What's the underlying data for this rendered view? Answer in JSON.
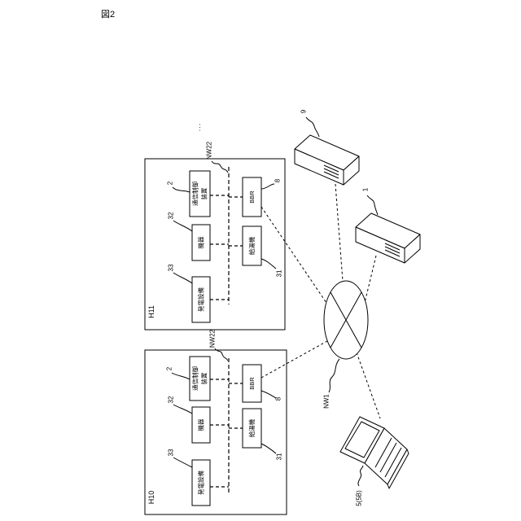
{
  "figure_label": "図2",
  "more_houses_mark": "...",
  "houses": {
    "h11": {
      "label": "H11",
      "network_label": "NW22",
      "comm_controller": {
        "ref": "2",
        "lines": [
          "通信制御",
          "装置"
        ]
      },
      "appliance": {
        "ref": "32",
        "name": "機器"
      },
      "generator": {
        "ref": "33",
        "name": "発電設備"
      },
      "router": {
        "ref": "8",
        "name": "BBR"
      },
      "water_heater": {
        "ref": "31",
        "name": "給湯機"
      }
    },
    "h10": {
      "label": "H10",
      "network_label": "NW22",
      "comm_controller": {
        "ref": "2",
        "lines": [
          "通信制御",
          "装置"
        ]
      },
      "appliance": {
        "ref": "32",
        "name": "機器"
      },
      "generator": {
        "ref": "33",
        "name": "発電設備"
      },
      "router": {
        "ref": "8",
        "name": "BBR"
      },
      "water_heater": {
        "ref": "31",
        "name": "給湯機"
      }
    }
  },
  "network": {
    "label": "NW1"
  },
  "server_9": {
    "ref": "9"
  },
  "server_1": {
    "ref": "1"
  },
  "terminal": {
    "ref": "5(5B)"
  }
}
